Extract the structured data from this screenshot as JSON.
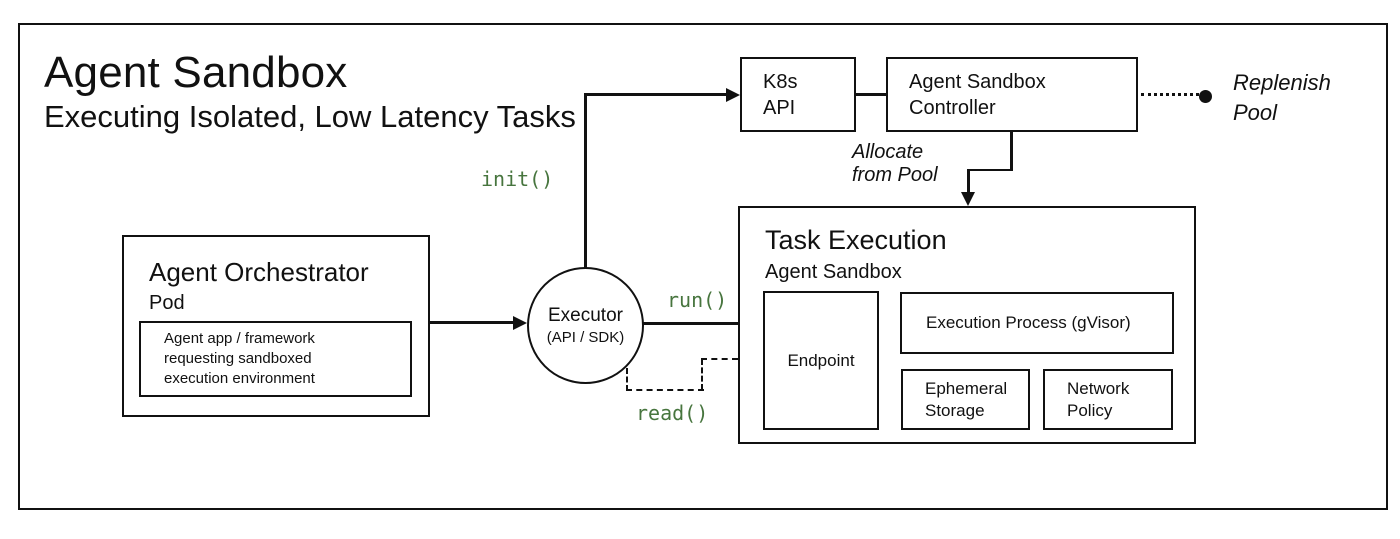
{
  "header": {
    "title": "Agent Sandbox",
    "subtitle": "Executing Isolated, Low Latency Tasks"
  },
  "colors": {
    "ink": "#111111",
    "accent_green": "#47753e"
  },
  "k8s_box": {
    "label": "K8s\nAPI"
  },
  "controller_box": {
    "label": "Agent Sandbox\nController"
  },
  "annotations": {
    "replenish_pool": "Replenish\nPool",
    "allocate_from_pool": "Allocate\nfrom Pool"
  },
  "calls": {
    "init": "init()",
    "run": "run()",
    "read": "read()"
  },
  "orchestrator": {
    "title": "Agent Orchestrator",
    "subtitle": "Pod",
    "inner_note": "Agent app / framework\nrequesting sandboxed\nexecution environment"
  },
  "executor": {
    "title": "Executor",
    "subtitle": "(API / SDK)"
  },
  "task_execution": {
    "title": "Task Execution",
    "subtitle": "Agent Sandbox",
    "endpoint": "Endpoint",
    "execution_process": "Execution Process (gVisor)",
    "ephemeral_storage": "Ephemeral\nStorage",
    "network_policy": "Network\nPolicy"
  }
}
